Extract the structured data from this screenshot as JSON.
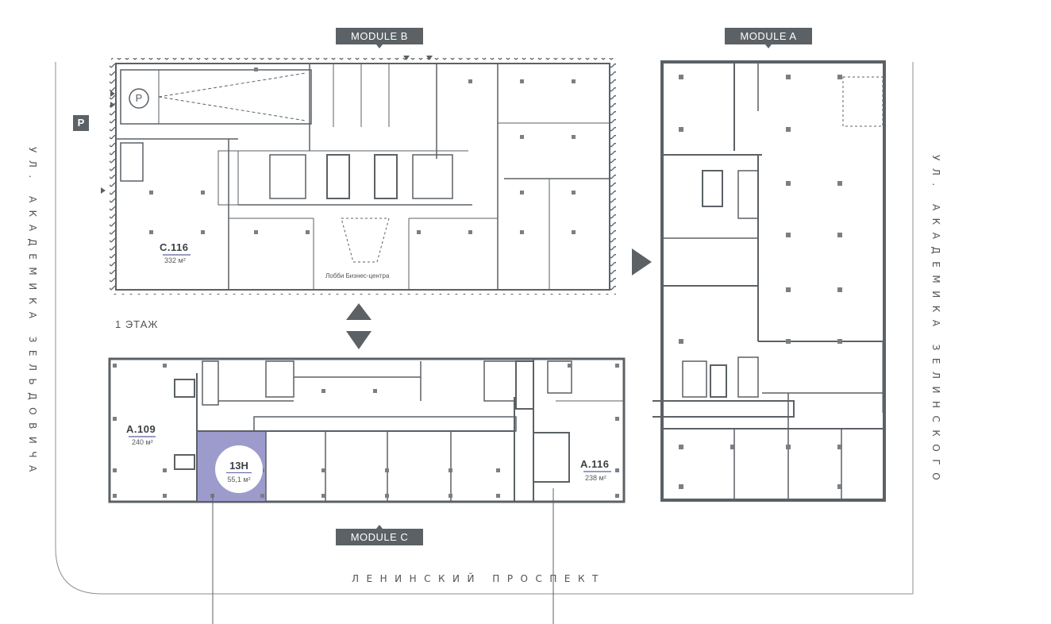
{
  "modules": {
    "b": "MODULE B",
    "a": "MODULE A",
    "c": "MODULE C"
  },
  "streets": {
    "left": "УЛ. АКАДЕМИКА ЗЕЛЬДОВИЧА",
    "right": "УЛ. АКАДЕМИКА ЗЕЛИНСКОГО",
    "bottom": "ЛЕНИНСКИЙ ПРОСПЕКТ"
  },
  "parking_badge": "P",
  "parking_symbol": "P",
  "floor_label": "1 ЭТАЖ",
  "lobby_label": "Лобби Бизнес-центра",
  "units": {
    "c116": {
      "name": "C.116",
      "area": "332 м²"
    },
    "a109": {
      "name": "A.109",
      "area": "240 м²"
    },
    "h13": {
      "name": "13Н",
      "area": "55,1 м²"
    },
    "a116": {
      "name": "A.116",
      "area": "238 м²"
    }
  },
  "colors": {
    "wall": "#5b6165",
    "highlight": "#9c9bcc",
    "underline": "#5b5f9e",
    "label_bg": "#5b6165"
  },
  "icons": {
    "arrow_right": "triangle-right-icon",
    "nav_up": "triangle-up-icon",
    "nav_down": "triangle-down-icon",
    "parking": "parking-icon"
  }
}
